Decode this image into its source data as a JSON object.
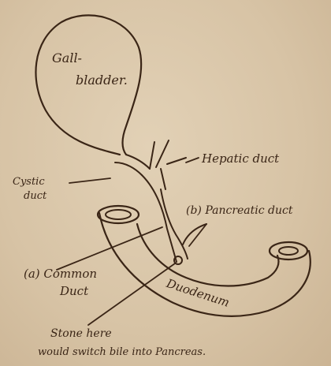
{
  "labels": {
    "gall_bladder_line1": "Gall-",
    "gall_bladder_line2": "bladder.",
    "hepatic_duct": "Hepatic duct",
    "cystic_duct_line1": "Cystic",
    "cystic_duct_line2": "duct",
    "pancreatic_duct": "(b) Pancreatic duct",
    "common_duct_line1": "(a) Common",
    "common_duct_line2": "Duct",
    "duodenum": "Duodenum",
    "stone_line1": "Stone here",
    "stone_line2": "would switch bile into Pancreas."
  }
}
